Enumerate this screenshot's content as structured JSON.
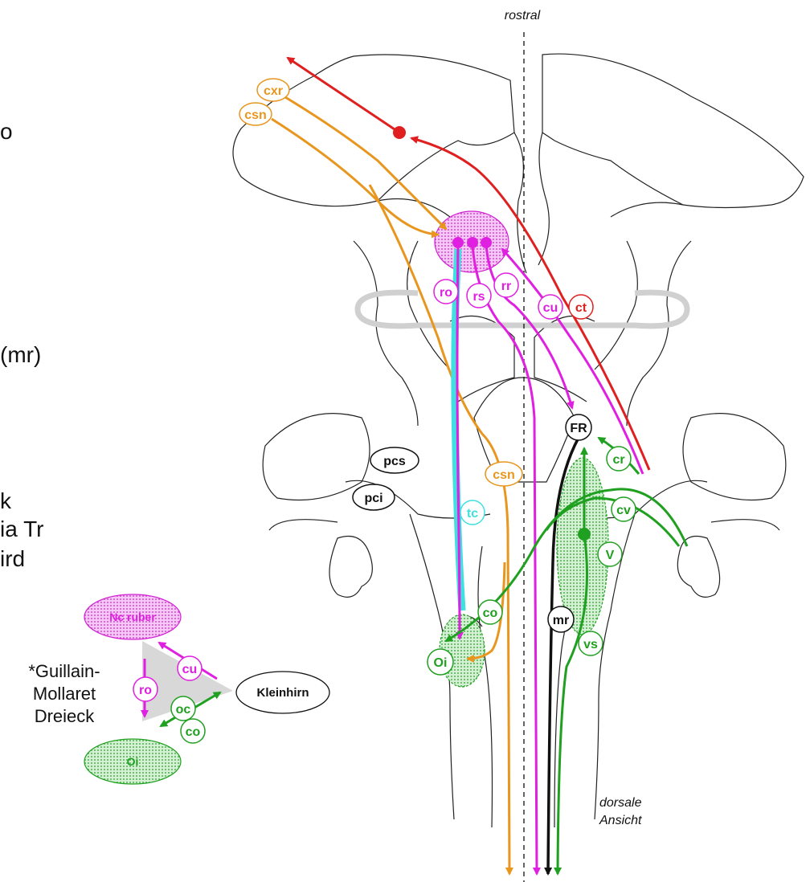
{
  "left_fragments": [
    "o",
    "(mr)",
    "k",
    "ia Tr",
    "ird"
  ],
  "orientation": {
    "top": "rostral",
    "bottom_line1": "dorsale",
    "bottom_line2": "Ansicht"
  },
  "labels": {
    "cxr": "cxr",
    "csn_top": "csn",
    "ro": "ro",
    "rs": "rs",
    "rr": "rr",
    "cu": "cu",
    "ct": "ct",
    "FR": "FR",
    "cr": "cr",
    "pcs": "pcs",
    "pci": "pci",
    "csn_mid": "csn",
    "tc": "tc",
    "cv": "cv",
    "V": "V",
    "co": "co",
    "mr": "mr",
    "vs": "vs",
    "Oi": "Oi"
  },
  "triangle": {
    "nc_ruber": "Nc ruber",
    "kleinhirn": "Kleinhirn",
    "oi": "Oi",
    "cu": "cu",
    "ro": "ro",
    "oc": "oc",
    "co": "co",
    "caption": [
      "*Guillain-",
      "Mollaret",
      "Dreieck"
    ]
  },
  "colors": {
    "red": "#e02020",
    "orange": "#e8961e",
    "magenta": "#e020e0",
    "cyan": "#3fe0e0",
    "green": "#20a020",
    "black": "#111111",
    "grey": "#d8d8d8"
  }
}
